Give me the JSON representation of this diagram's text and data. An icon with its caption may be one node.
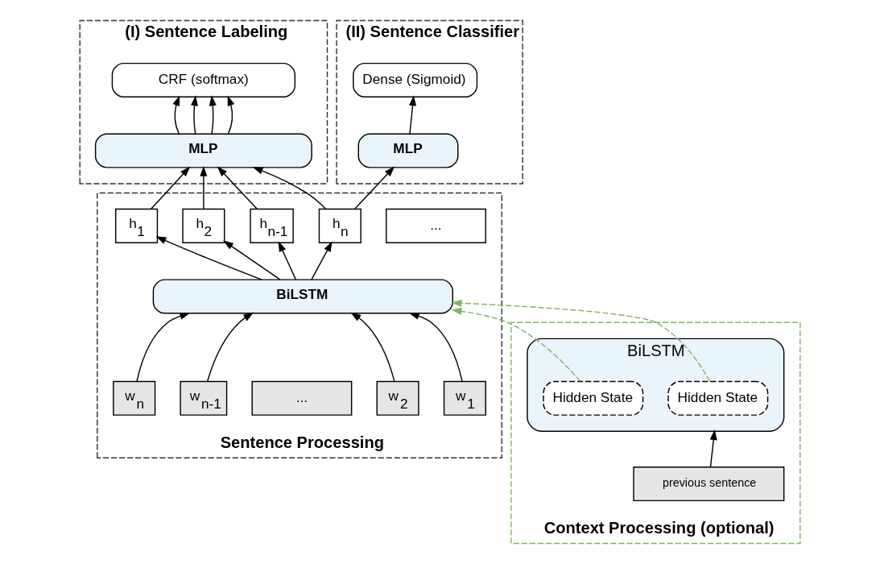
{
  "diagram": {
    "nodes": [
      {
        "text": [
          "(I) Sentence Labeling"
        ]
      },
      {
        "text": [
          "CRF (softmax)"
        ],
        "in": 0
      },
      {
        "text": [
          "MLP"
        ],
        "in": 0
      },
      {
        "text": [
          "(II) Sentence Classifier"
        ]
      },
      {
        "text": [
          "Dense (Sigmoid)"
        ],
        "in": 3
      },
      {
        "text": [
          "MLP"
        ],
        "in": 3
      },
      {
        "text": [
          "Sentence Processing"
        ]
      },
      {
        "text": [
          "h$_{1}$"
        ],
        "in": 6
      },
      {
        "text": [
          "h$_{2}$"
        ],
        "in": 6
      },
      {
        "text": [
          "..."
        ],
        "in": 6
      },
      {
        "text": [
          "h$_{n-1}$"
        ],
        "in": 6
      },
      {
        "text": [
          "h$_{n}$"
        ],
        "in": 6
      },
      {
        "text": [
          "BiLSTM"
        ],
        "in": 6
      },
      {
        "text": [
          "w$_{1}$"
        ],
        "in": 6
      },
      {
        "text": [
          "w$_{2}$"
        ],
        "in": 6
      },
      {
        "text": [
          "..."
        ],
        "in": 6
      },
      {
        "text": [
          "w$_{n-1}$"
        ],
        "in": 6
      },
      {
        "text": [
          "w$_{n}$"
        ],
        "in": 6
      },
      {
        "text": [
          "Context Processing (optional)"
        ]
      },
      {
        "text": [
          "BiLSTM"
        ],
        "in": 18
      },
      {
        "text": [
          "Hidden State"
        ],
        "in": 19
      },
      {
        "text": [
          "Hidden State"
        ],
        "in": 19
      },
      {
        "text": [
          "previous sentence"
        ],
        "in": 18
      }
    ],
    "edges": [
      {
        "from": 13,
        "to": 12,
        "arrow": "to"
      },
      {
        "from": 14,
        "to": 12,
        "arrow": "to"
      },
      {
        "from": 16,
        "to": 12,
        "arrow": "to"
      },
      {
        "from": 17,
        "to": 12,
        "arrow": "to"
      },
      {
        "from": 12,
        "to": 7,
        "arrow": "to"
      },
      {
        "from": 12,
        "to": 8,
        "arrow": "to"
      },
      {
        "from": 12,
        "to": 10,
        "arrow": "to"
      },
      {
        "from": 12,
        "to": 11,
        "arrow": "to"
      },
      {
        "from": 7,
        "to": 2,
        "arrow": "to"
      },
      {
        "from": 8,
        "to": 2,
        "arrow": "to"
      },
      {
        "from": 10,
        "to": 2,
        "arrow": "to"
      },
      {
        "from": 11,
        "to": 2,
        "arrow": "to"
      },
      {
        "from": 2,
        "to": 1,
        "arrow": "to"
      },
      {
        "from": 2,
        "to": 1,
        "arrow": "to"
      },
      {
        "from": 2,
        "to": 1,
        "arrow": "to"
      },
      {
        "from": 2,
        "to": 1,
        "arrow": "to"
      },
      {
        "from": 11,
        "to": 5,
        "arrow": "to"
      },
      {
        "from": 5,
        "to": 4,
        "arrow": "to"
      },
      {
        "from": 22,
        "to": 19,
        "arrow": "to"
      },
      {
        "from": 20,
        "to": 12,
        "arrow": "to",
        "style": "dashed",
        "color": "#82b366"
      },
      {
        "from": 21,
        "to": 12,
        "arrow": "to",
        "style": "dashed",
        "color": "#82b366"
      }
    ]
  }
}
